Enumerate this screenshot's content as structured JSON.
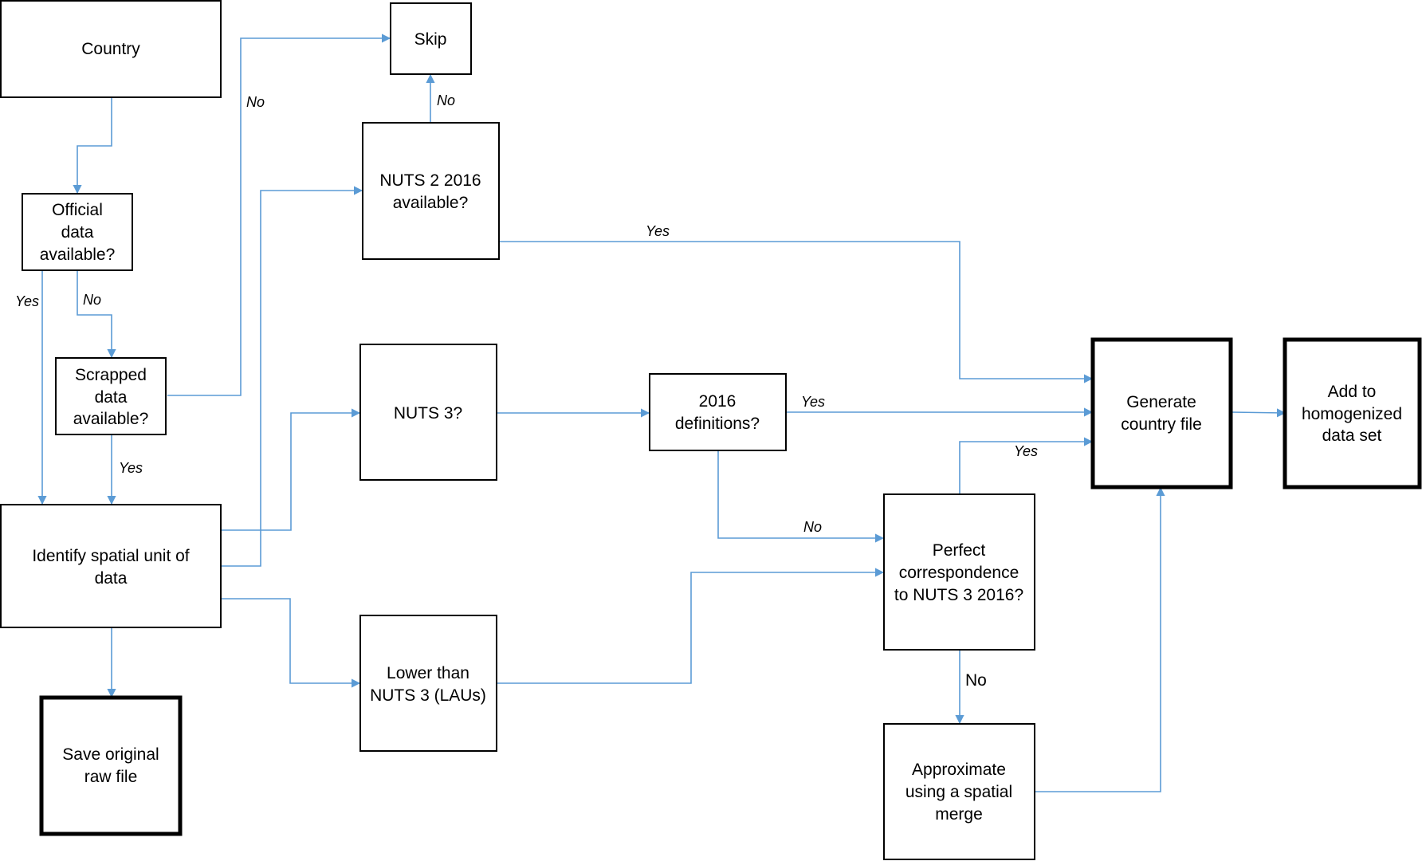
{
  "nodes": {
    "country": "Country",
    "skip": "Skip",
    "official": [
      "Official",
      "data",
      "available?"
    ],
    "nuts2": [
      "NUTS 2 2016",
      "available?"
    ],
    "scrapped": [
      "Scrapped",
      "data",
      "available?"
    ],
    "nuts3": "NUTS 3?",
    "definitions": [
      "2016",
      "definitions?"
    ],
    "generate": [
      "Generate",
      "country file"
    ],
    "add": [
      "Add to",
      "homogenized",
      "data set"
    ],
    "identify": [
      "Identify spatial unit of",
      "data"
    ],
    "perfect": [
      "Perfect",
      "correspondence",
      "to NUTS 3 2016?"
    ],
    "lower": [
      "Lower than",
      "NUTS 3 (LAUs)"
    ],
    "save": [
      "Save original",
      "raw file"
    ],
    "approximate": [
      "Approximate",
      "using a spatial",
      "merge"
    ]
  },
  "edge_labels": {
    "scrapped_no": "No",
    "nuts2_no": "No",
    "nuts2_yes": "Yes",
    "official_yes": "Yes",
    "official_no": "No",
    "scrapped_yes": "Yes",
    "definitions_yes": "Yes",
    "perfect_yes": "Yes",
    "definitions_no": "No",
    "perfect_no": "No"
  },
  "colors": {
    "connector": "#5b9bd5",
    "box_border": "#000000"
  }
}
